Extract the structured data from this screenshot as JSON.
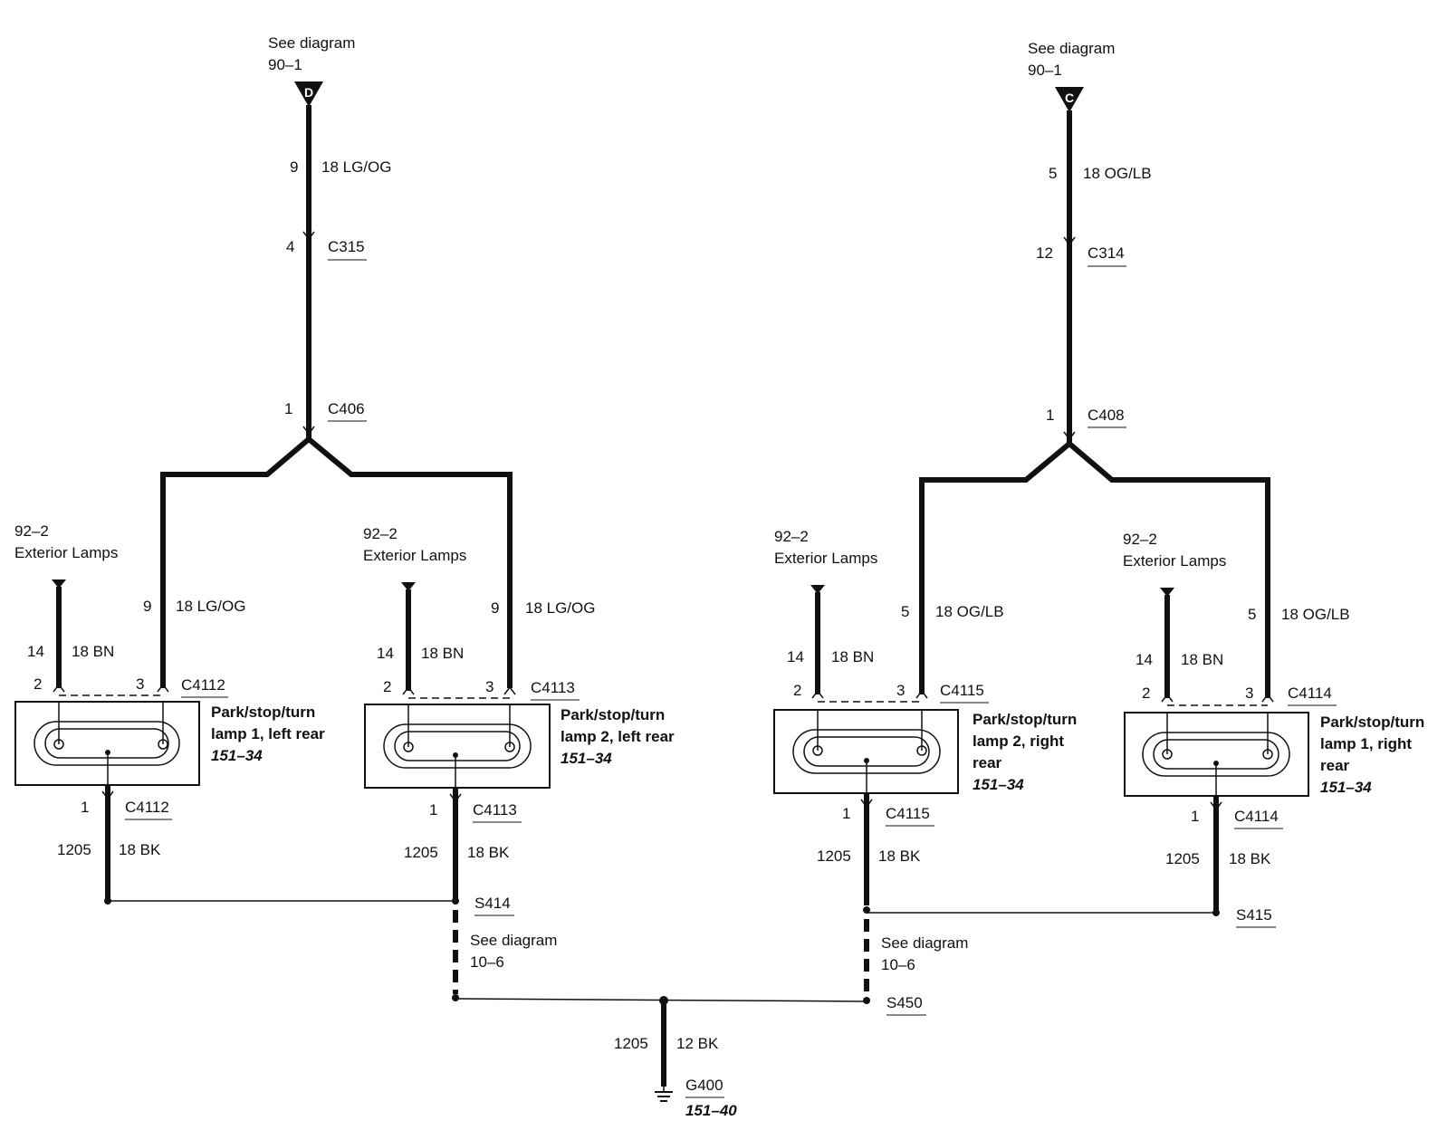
{
  "sources": {
    "left": {
      "see": "See diagram",
      "ref": "90–1",
      "letter": "D",
      "pin_top": "9",
      "wire_top": "18 LG/OG",
      "pin_c": "4",
      "conn_c": "C315",
      "pin_split": "1",
      "conn_split": "C406"
    },
    "right": {
      "see": "See diagram",
      "ref": "90–1",
      "letter": "C",
      "pin_top": "5",
      "wire_top": "18 OG/LB",
      "pin_c": "12",
      "conn_c": "C314",
      "pin_split": "1",
      "conn_split": "C408"
    }
  },
  "lamps": [
    {
      "ext_ref": "92–2",
      "ext_name": "Exterior Lamps",
      "pin_bn": "14",
      "wire_bn": "18 BN",
      "pin_feed": "9",
      "wire_feed": "18 LG/OG",
      "pin2": "2",
      "pin3": "3",
      "conn": "C4112",
      "name": "Park/stop/turn lamp 1, left rear",
      "name_lines": [
        "Park/stop/turn",
        "lamp 1, left rear"
      ],
      "page": "151–34",
      "pin_gnd": "1",
      "conn_gnd": "C4112",
      "circuit": "1205",
      "wire_gnd": "18 BK"
    },
    {
      "ext_ref": "92–2",
      "ext_name": "Exterior Lamps",
      "pin_bn": "14",
      "wire_bn": "18 BN",
      "pin_feed": "9",
      "wire_feed": "18 LG/OG",
      "pin2": "2",
      "pin3": "3",
      "conn": "C4113",
      "name": "Park/stop/turn lamp 2, left rear",
      "name_lines": [
        "Park/stop/turn",
        "lamp 2, left rear"
      ],
      "page": "151–34",
      "pin_gnd": "1",
      "conn_gnd": "C4113",
      "circuit": "1205",
      "wire_gnd": "18 BK"
    },
    {
      "ext_ref": "92–2",
      "ext_name": "Exterior Lamps",
      "pin_bn": "14",
      "wire_bn": "18 BN",
      "pin_feed": "5",
      "wire_feed": "18 OG/LB",
      "pin2": "2",
      "pin3": "3",
      "conn": "C4115",
      "name": "Park/stop/turn lamp 2, right rear",
      "name_lines": [
        "Park/stop/turn",
        "lamp 2, right",
        "rear"
      ],
      "page": "151–34",
      "pin_gnd": "1",
      "conn_gnd": "C4115",
      "circuit": "1205",
      "wire_gnd": "18 BK"
    },
    {
      "ext_ref": "92–2",
      "ext_name": "Exterior Lamps",
      "pin_bn": "14",
      "wire_bn": "18 BN",
      "pin_feed": "5",
      "wire_feed": "18 OG/LB",
      "pin2": "2",
      "pin3": "3",
      "conn": "C4114",
      "name": "Park/stop/turn lamp 1, right rear",
      "name_lines": [
        "Park/stop/turn",
        "lamp 1, right",
        "rear"
      ],
      "page": "151–34",
      "pin_gnd": "1",
      "conn_gnd": "C4114",
      "circuit": "1205",
      "wire_gnd": "18 BK"
    }
  ],
  "splices": {
    "s414": "S414",
    "s415": "S415",
    "s450": "S450",
    "see_left": "See diagram",
    "ref_left": "10–6",
    "see_right": "See diagram",
    "ref_right": "10–6"
  },
  "ground": {
    "circuit": "1205",
    "wire": "12 BK",
    "name": "G400",
    "page": "151–40"
  },
  "colors": {
    "ink": "#111111",
    "paper": "#ffffff"
  }
}
